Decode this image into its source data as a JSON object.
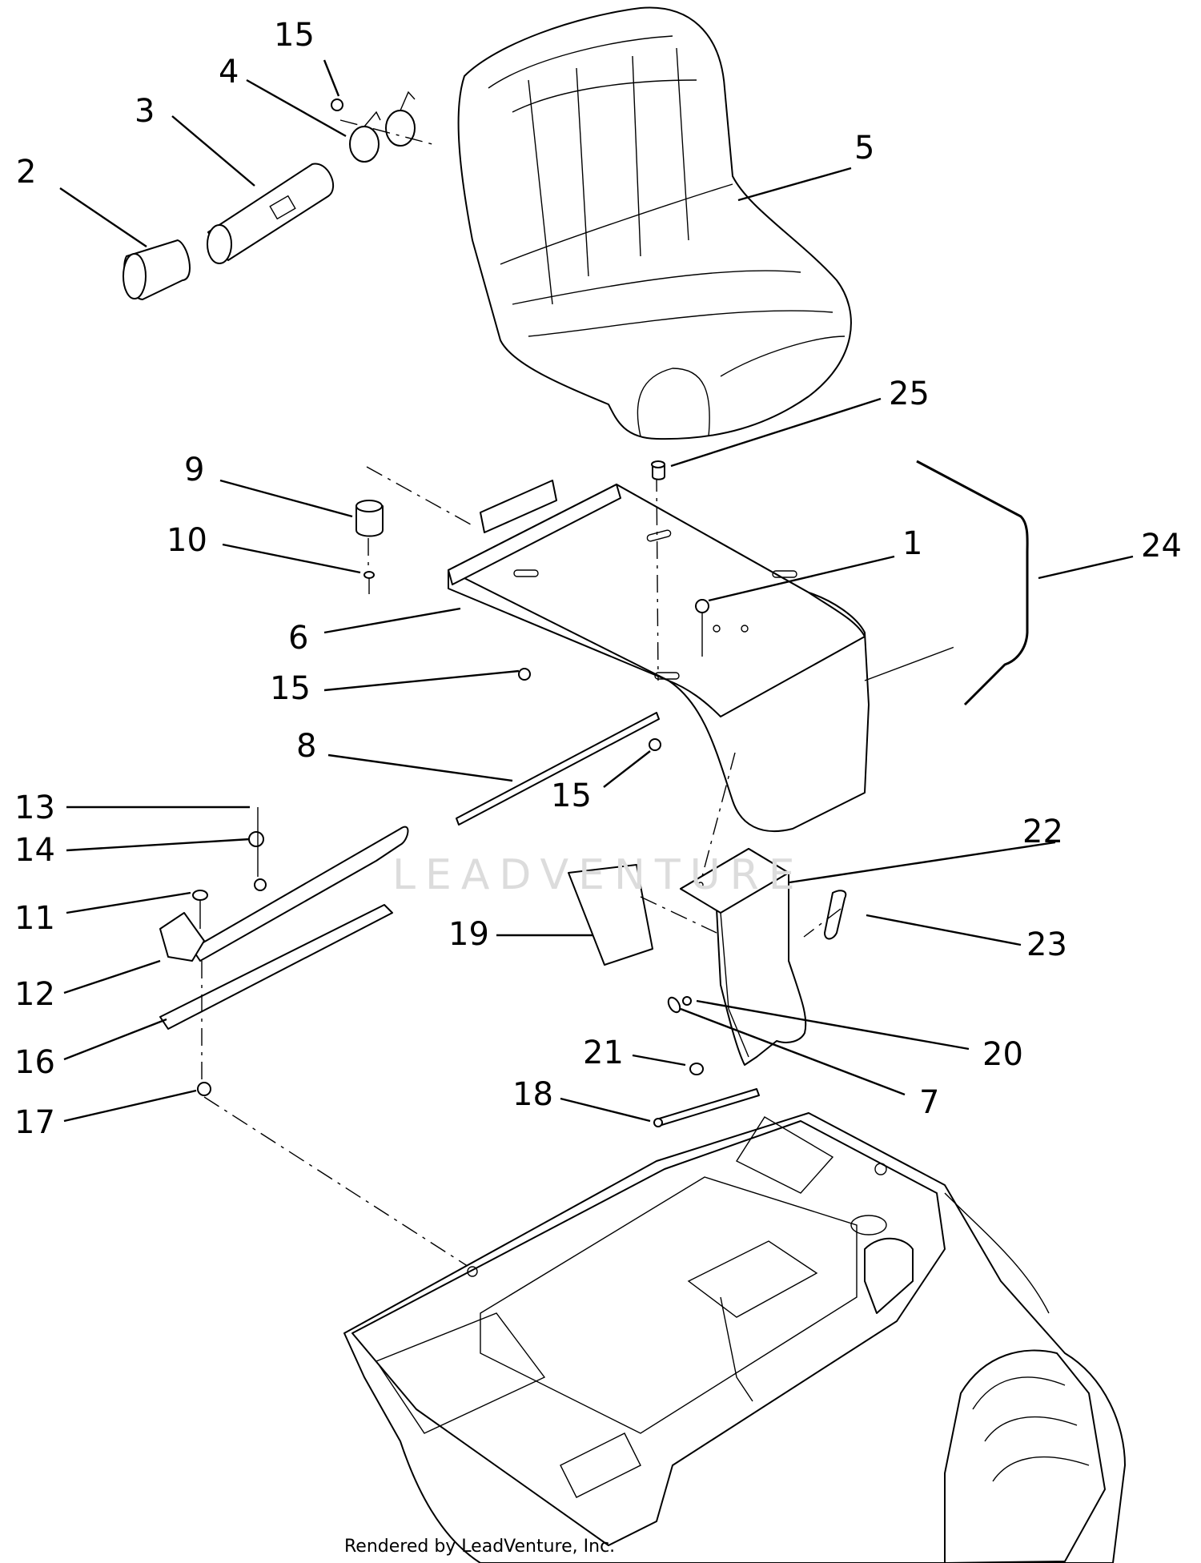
{
  "callouts": [
    "1",
    "2",
    "3",
    "4",
    "5",
    "6",
    "7",
    "8",
    "9",
    "10",
    "11",
    "12",
    "13",
    "14",
    "15",
    "15",
    "15",
    "15",
    "16",
    "17",
    "18",
    "19",
    "20",
    "21",
    "22",
    "23",
    "24",
    "25"
  ],
  "watermark": "LEADVENTURE",
  "footer": "Rendered by LeadVenture, Inc."
}
